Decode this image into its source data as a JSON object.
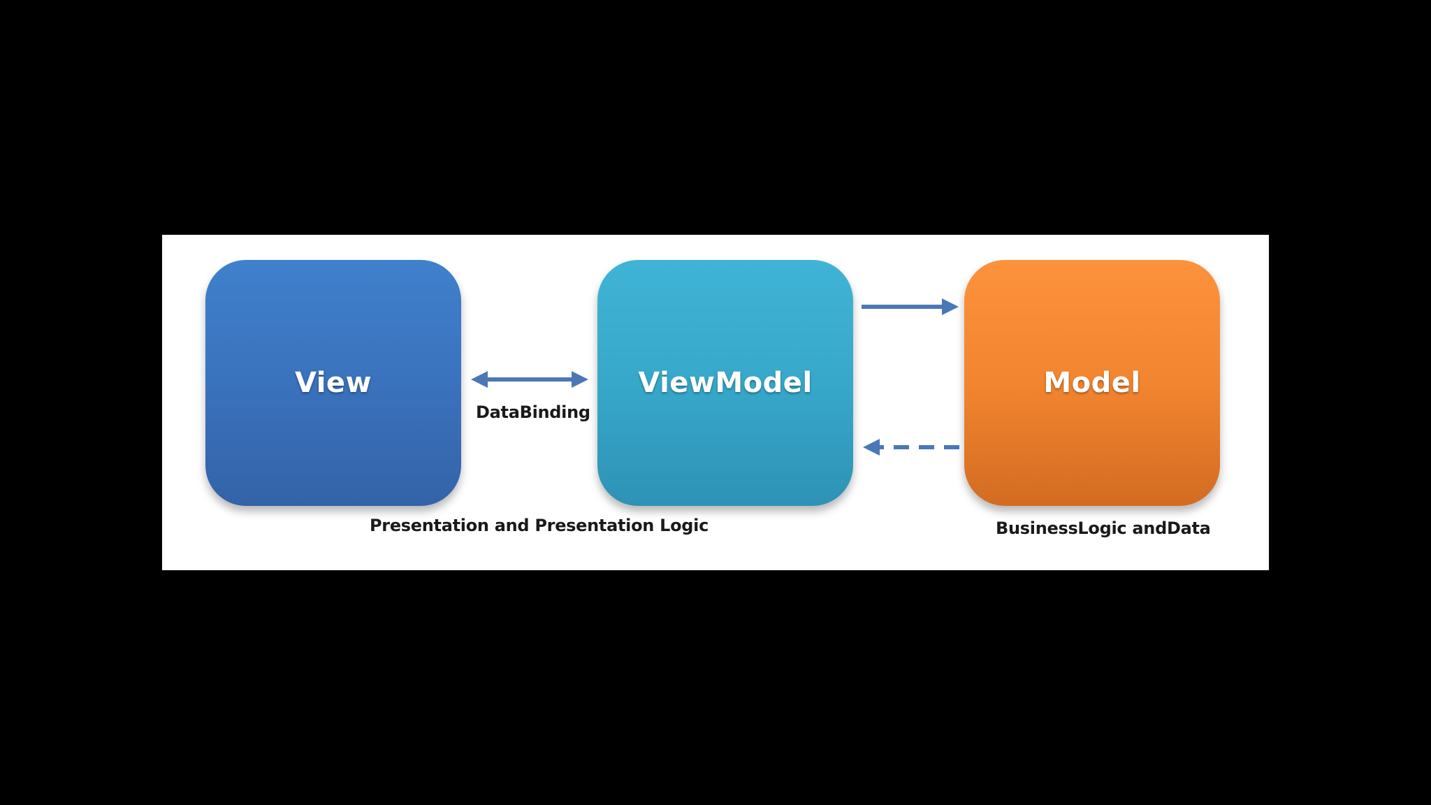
{
  "colors": {
    "background": "#000000",
    "panel": "#ffffff",
    "view": "#3a72bd",
    "viewmodel": "#37a8ca",
    "model": "#f2852f",
    "arrow": "#4a78b5"
  },
  "boxes": {
    "view": {
      "label": "View"
    },
    "viewmodel": {
      "label": "ViewModel"
    },
    "model": {
      "label": "Model"
    }
  },
  "connectors": {
    "databinding": {
      "label": "DataBinding"
    }
  },
  "captions": {
    "presentation": "Presentation and Presentation Logic",
    "business": "BusinessLogic andData"
  }
}
